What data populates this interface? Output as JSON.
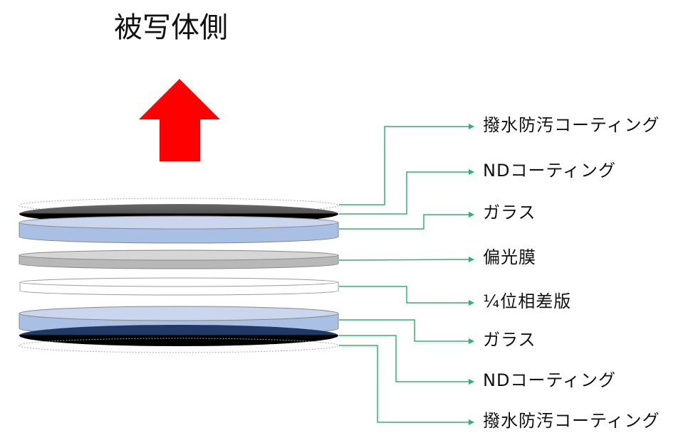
{
  "title": "被写体側",
  "colors": {
    "arrow": "#ff0000",
    "leader": "#33b36b",
    "glass": "#a9bfe3",
    "glass_top": "#c9d6ee",
    "polarizer": "#b8b8b8",
    "polarizer_top": "#d6d6d6",
    "nd": "#000000"
  },
  "layers": [
    {
      "label": "撥水防汚コーティング"
    },
    {
      "label": "NDコーティング"
    },
    {
      "label": "ガラス"
    },
    {
      "label": "偏光膜"
    },
    {
      "label": "¼位相差版"
    },
    {
      "label": "ガラス"
    },
    {
      "label": "NDコーティング"
    },
    {
      "label": "撥水防汚コーティング"
    }
  ]
}
